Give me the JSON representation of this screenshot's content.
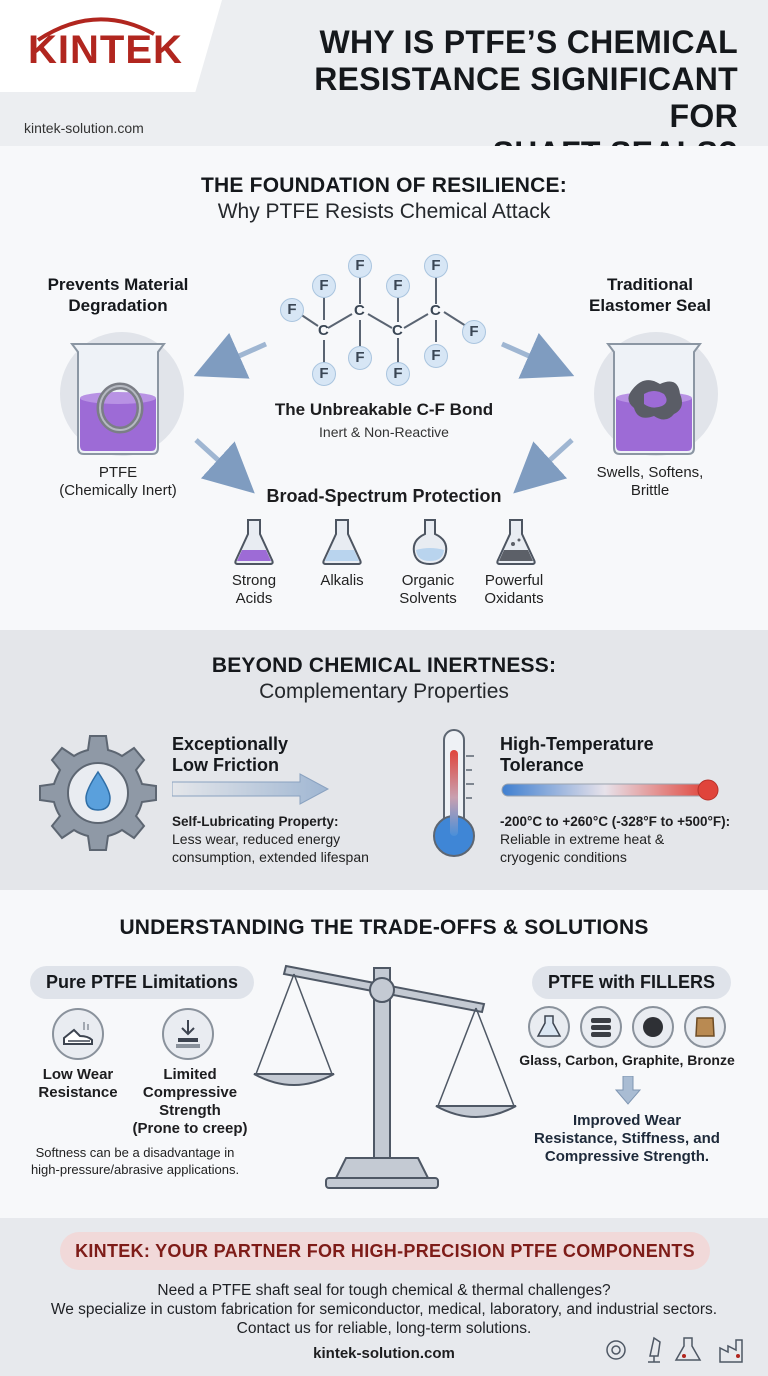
{
  "header": {
    "logo": "KINTEK",
    "site": "kintek-solution.com",
    "title_lines": [
      "WHY IS PTFE’S CHEMICAL",
      "RESISTANCE SIGNIFICANT FOR",
      "SHAFT SEALS?"
    ]
  },
  "section1": {
    "heading": "THE FOUNDATION OF RESILIENCE:",
    "subheading": "Why PTFE Resists Chemical Attack",
    "left": {
      "title_lines": [
        "Prevents Material",
        "Degradation"
      ],
      "caption_lines": [
        "PTFE",
        "(Chemically Inert)"
      ]
    },
    "right": {
      "title_lines": [
        "Traditional",
        "Elastomer Seal"
      ],
      "caption_lines": [
        "Swells, Softens,",
        "Brittle"
      ]
    },
    "molecule": {
      "fluorine": "F",
      "carbon": "C",
      "bond_title": "The Unbreakable C-F Bond",
      "bond_sub": "Inert & Non-Reactive"
    },
    "protection": {
      "title": "Broad-Spectrum Protection",
      "items": [
        {
          "lines": [
            "Strong",
            "Acids"
          ],
          "icon": "flask-purple-icon"
        },
        {
          "lines": [
            "Alkalis"
          ],
          "icon": "flask-blue-icon"
        },
        {
          "lines": [
            "Organic",
            "Solvents"
          ],
          "icon": "flask-round-icon"
        },
        {
          "lines": [
            "Powerful",
            "Oxidants"
          ],
          "icon": "flask-dark-icon"
        }
      ]
    }
  },
  "section2": {
    "heading": "BEYOND CHEMICAL INERTNESS:",
    "subheading": "Complementary Properties",
    "friction": {
      "title_lines": [
        "Exceptionally",
        "Low Friction"
      ],
      "desc_title": "Self-Lubricating Property:",
      "desc_lines": [
        "Less wear, reduced energy",
        "consumption, extended lifespan"
      ]
    },
    "temperature": {
      "title_lines": [
        "High-Temperature",
        "Tolerance"
      ],
      "desc_title": "-200°C to +260°C (-328°F to +500°F):",
      "desc_lines": [
        "Reliable in extreme heat &",
        "cryogenic conditions"
      ]
    }
  },
  "section3": {
    "heading": "UNDERSTANDING THE TRADE-OFFS & SOLUTIONS",
    "limitations": {
      "pill": "Pure PTFE Limitations",
      "item1_lines": [
        "Low Wear",
        "Resistance"
      ],
      "item2_lines": [
        "Limited",
        "Compressive",
        "Strength",
        "(Prone to creep)"
      ],
      "note_lines": [
        "Softness can be a disadvantage in",
        "high-pressure/abrasive applications."
      ]
    },
    "fillers": {
      "pill": "PTFE with FILLERS",
      "list": "Glass, Carbon, Graphite, Bronze",
      "result_lines": [
        "Improved Wear",
        "Resistance, Stiffness, and",
        "Compressive Strength."
      ]
    }
  },
  "footer": {
    "banner": "KINTEK: YOUR PARTNER FOR HIGH-PRECISION PTFE COMPONENTS",
    "lines": [
      "Need a PTFE shaft seal for tough chemical & thermal challenges?",
      "We specialize in custom fabrication for semiconductor, medical, laboratory, and industrial sectors.",
      "Contact us for reliable, long-term solutions."
    ],
    "site": "kintek-solution.com",
    "icons": [
      "gear-chip-icon",
      "microscope-icon",
      "lab-flask-icon",
      "factory-icon"
    ]
  },
  "colors": {
    "brand": "#b1261f",
    "accent_purple": "#8a5cc7",
    "arrow_blue": "#6f8fb4"
  }
}
